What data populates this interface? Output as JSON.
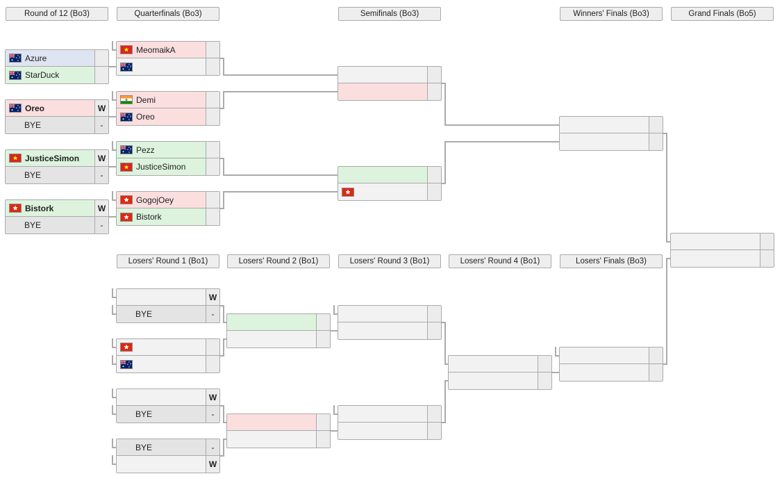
{
  "colors": {
    "blue": "#dfe4f2",
    "green": "#ddf3dd",
    "red": "#fbdfdf",
    "gray": "#f2f2f2",
    "bye": "#e4e4e4",
    "score_cell": "#ececec",
    "line": "#aaaaaa",
    "header_bg": "#eeeeee",
    "border": "#aaaaaa"
  },
  "rounds_top": [
    {
      "label": "Round of 12 (Bo3)"
    },
    {
      "label": "Quarterfinals (Bo3)"
    },
    {
      "label": "Semifinals (Bo3)"
    },
    {
      "label": "Winners' Finals (Bo3)"
    },
    {
      "label": "Grand Finals (Bo5)"
    }
  ],
  "rounds_losers": [
    {
      "label": "Losers' Round 1 (Bo1)"
    },
    {
      "label": "Losers' Round 2 (Bo1)"
    },
    {
      "label": "Losers' Round 3 (Bo1)"
    },
    {
      "label": "Losers' Round 4 (Bo1)"
    },
    {
      "label": "Losers' Finals (Bo3)"
    }
  ],
  "matches": [
    {
      "id": "r12m1",
      "slots": [
        {
          "flag": "au",
          "name": "Azure",
          "bg": "blue",
          "score": ""
        },
        {
          "flag": "au",
          "name": "StarDuck",
          "bg": "green",
          "score": ""
        }
      ]
    },
    {
      "id": "r12m2",
      "slots": [
        {
          "flag": "au",
          "name": "Oreo",
          "bg": "red",
          "score": "W",
          "bold": true
        },
        {
          "name": "BYE",
          "bg": "bye",
          "score": "-"
        }
      ]
    },
    {
      "id": "r12m3",
      "slots": [
        {
          "flag": "vn",
          "name": "JusticeSimon",
          "bg": "green",
          "score": "W",
          "bold": true
        },
        {
          "name": "BYE",
          "bg": "bye",
          "score": "-"
        }
      ]
    },
    {
      "id": "r12m4",
      "slots": [
        {
          "flag": "hk",
          "name": "Bistork",
          "bg": "green",
          "score": "W",
          "bold": true
        },
        {
          "name": "BYE",
          "bg": "bye",
          "score": "-"
        }
      ]
    },
    {
      "id": "qf1",
      "slots": [
        {
          "flag": "vn",
          "name": "MeomaikA",
          "bg": "red",
          "score": ""
        },
        {
          "flag": "au",
          "name": "",
          "bg": "gray",
          "score": ""
        }
      ]
    },
    {
      "id": "qf2",
      "slots": [
        {
          "flag": "in",
          "name": "Demi",
          "bg": "red",
          "score": ""
        },
        {
          "flag": "au",
          "name": "Oreo",
          "bg": "red",
          "score": ""
        }
      ]
    },
    {
      "id": "qf3",
      "slots": [
        {
          "flag": "au",
          "name": "Pezz",
          "bg": "green",
          "score": ""
        },
        {
          "flag": "vn",
          "name": "JusticeSimon",
          "bg": "green",
          "score": ""
        }
      ]
    },
    {
      "id": "qf4",
      "slots": [
        {
          "flag": "hk",
          "name": "GogojOey",
          "bg": "red",
          "score": ""
        },
        {
          "flag": "hk",
          "name": "Bistork",
          "bg": "green",
          "score": ""
        }
      ]
    },
    {
      "id": "sf1",
      "slots": [
        {
          "name": "",
          "bg": "gray",
          "score": ""
        },
        {
          "name": "",
          "bg": "red",
          "score": ""
        }
      ]
    },
    {
      "id": "sf2",
      "slots": [
        {
          "name": "",
          "bg": "green",
          "score": ""
        },
        {
          "flag": "hk",
          "name": "",
          "bg": "gray",
          "score": ""
        }
      ]
    },
    {
      "id": "wf",
      "slots": [
        {
          "name": "",
          "bg": "gray",
          "score": ""
        },
        {
          "name": "",
          "bg": "gray",
          "score": ""
        }
      ]
    },
    {
      "id": "gf",
      "slots": [
        {
          "name": "",
          "bg": "gray",
          "score": ""
        },
        {
          "name": "",
          "bg": "gray",
          "score": ""
        }
      ]
    },
    {
      "id": "lr1m1",
      "slots": [
        {
          "name": "",
          "bg": "gray",
          "score": "W"
        },
        {
          "name": "BYE",
          "bg": "bye",
          "score": "-"
        }
      ]
    },
    {
      "id": "lr1m2",
      "slots": [
        {
          "flag": "hk",
          "name": "",
          "bg": "gray",
          "score": ""
        },
        {
          "flag": "au",
          "name": "",
          "bg": "gray",
          "score": ""
        }
      ]
    },
    {
      "id": "lr1m3",
      "slots": [
        {
          "name": "",
          "bg": "gray",
          "score": "W"
        },
        {
          "name": "BYE",
          "bg": "bye",
          "score": "-"
        }
      ]
    },
    {
      "id": "lr1m4",
      "slots": [
        {
          "name": "BYE",
          "bg": "bye",
          "score": "-"
        },
        {
          "name": "",
          "bg": "gray",
          "score": "W"
        }
      ]
    },
    {
      "id": "lr2m1",
      "slots": [
        {
          "name": "",
          "bg": "green",
          "score": ""
        },
        {
          "name": "",
          "bg": "gray",
          "score": ""
        }
      ]
    },
    {
      "id": "lr2m2",
      "slots": [
        {
          "name": "",
          "bg": "red",
          "score": ""
        },
        {
          "name": "",
          "bg": "gray",
          "score": ""
        }
      ]
    },
    {
      "id": "lr3m1",
      "slots": [
        {
          "name": "",
          "bg": "gray",
          "score": ""
        },
        {
          "name": "",
          "bg": "gray",
          "score": ""
        }
      ]
    },
    {
      "id": "lr3m2",
      "slots": [
        {
          "name": "",
          "bg": "gray",
          "score": ""
        },
        {
          "name": "",
          "bg": "gray",
          "score": ""
        }
      ]
    },
    {
      "id": "lr4",
      "slots": [
        {
          "name": "",
          "bg": "gray",
          "score": ""
        },
        {
          "name": "",
          "bg": "gray",
          "score": ""
        }
      ]
    },
    {
      "id": "lf",
      "slots": [
        {
          "name": "",
          "bg": "gray",
          "score": ""
        },
        {
          "name": "",
          "bg": "gray",
          "score": ""
        }
      ]
    }
  ],
  "links": [
    [
      "r12m1",
      "qf1",
      1
    ],
    [
      "r12m2",
      "qf2",
      1
    ],
    [
      "r12m3",
      "qf3",
      1
    ],
    [
      "r12m4",
      "qf4",
      1
    ],
    [
      "qf1",
      "sf1",
      0
    ],
    [
      "qf2",
      "sf1",
      1
    ],
    [
      "qf3",
      "sf2",
      0
    ],
    [
      "qf4",
      "sf2",
      1
    ],
    [
      "sf1",
      "wf",
      0
    ],
    [
      "sf2",
      "wf",
      1
    ],
    [
      "wf",
      "gf",
      0
    ],
    [
      "lf",
      "gf",
      1
    ],
    [
      "lr1m1",
      "lr2m1",
      0
    ],
    [
      "lr1m2",
      "lr2m1",
      1
    ],
    [
      "lr1m3",
      "lr2m2",
      0
    ],
    [
      "lr1m4",
      "lr2m2",
      1
    ],
    [
      "lr2m1",
      "lr3m1",
      1
    ],
    [
      "lr2m2",
      "lr3m2",
      1
    ],
    [
      "lr3m1",
      "lr4",
      0
    ],
    [
      "lr3m2",
      "lr4",
      1
    ],
    [
      "lr4",
      "lf",
      1
    ]
  ],
  "stubs": [
    [
      "qf1",
      0
    ],
    [
      "qf2",
      0
    ],
    [
      "qf3",
      0
    ],
    [
      "qf4",
      0
    ],
    [
      "lr1m1",
      0
    ],
    [
      "lr1m1",
      1
    ],
    [
      "lr1m2",
      0
    ],
    [
      "lr1m2",
      1
    ],
    [
      "lr1m3",
      0
    ],
    [
      "lr1m3",
      1
    ],
    [
      "lr1m4",
      0
    ],
    [
      "lr1m4",
      1
    ],
    [
      "lr3m1",
      0
    ],
    [
      "lr3m2",
      0
    ],
    [
      "lf",
      0
    ]
  ]
}
